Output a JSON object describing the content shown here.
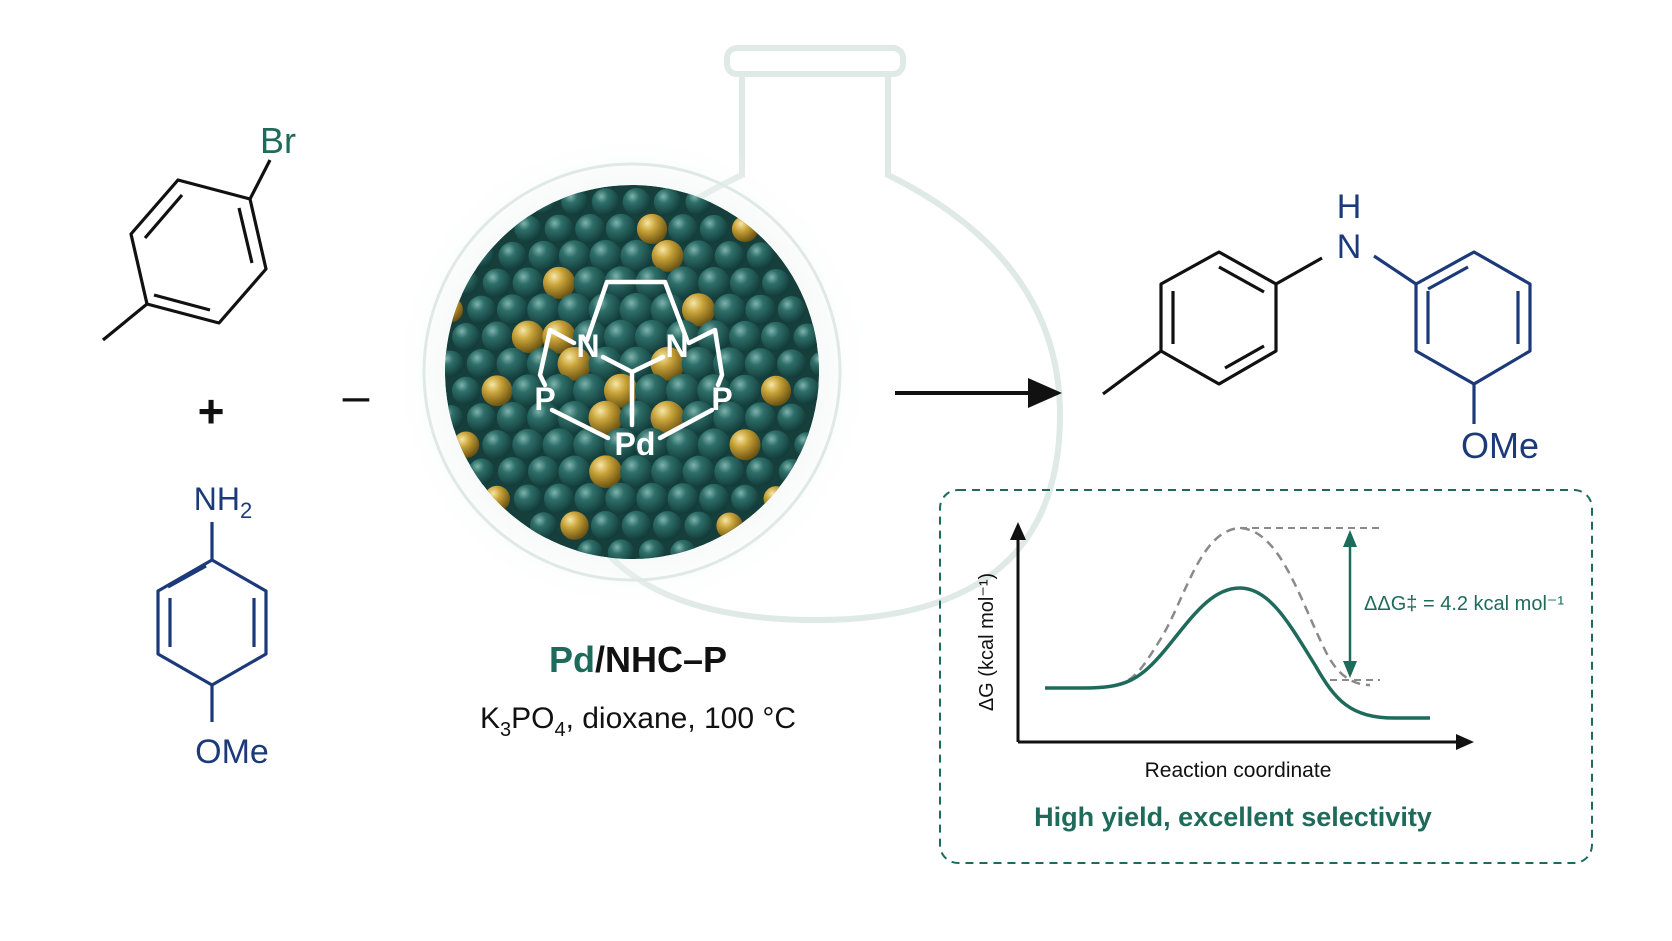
{
  "colors": {
    "teal": "#1e6b5c",
    "navy": "#1c3a7a",
    "black": "#111111",
    "gold": "#c9a43a",
    "sphere_teal": "#2c6a64",
    "flask": "#dfe9e6",
    "dashed_gray": "#8a8a8a"
  },
  "reactant_1": {
    "substituent": "Br"
  },
  "reactant_2": {
    "amine_base": "NH",
    "amine_subscript": "2",
    "substituent": "OMe"
  },
  "plus_sign": "+",
  "dash_sign": "–",
  "catalyst": {
    "metal": "Pd",
    "ligand": "/NHC–P",
    "conditions": {
      "k": "K",
      "k_sub": "3",
      "po": "PO",
      "po_sub": "4",
      "rest": ", dioxane, 100 °C"
    },
    "ligand_atoms": {
      "n_left": "N",
      "n_right": "N",
      "p_left": "P",
      "p_right": "P",
      "pd": "Pd"
    }
  },
  "product": {
    "nh_h": "H",
    "nh_n": "N",
    "substituent": "OMe"
  },
  "energy_panel": {
    "ylabel": "ΔG (kcal mol⁻¹)",
    "xlabel": "Reaction coordinate",
    "annotation": "ΔΔG‡ = 4.2 kcal mol⁻¹",
    "caption": "High yield, excellent selectivity"
  },
  "chart_data": {
    "type": "line",
    "xlabel": "Reaction coordinate",
    "ylabel": "ΔG (kcal mol⁻¹)",
    "annotations": [
      "ΔΔG‡ = 4.2 kcal mol⁻¹"
    ],
    "series": [
      {
        "style": "dashed",
        "color": "#8a8a8a",
        "relative_barrier": 4.2
      },
      {
        "style": "solid",
        "color": "#1e6b5c",
        "relative_barrier": 0
      }
    ]
  }
}
